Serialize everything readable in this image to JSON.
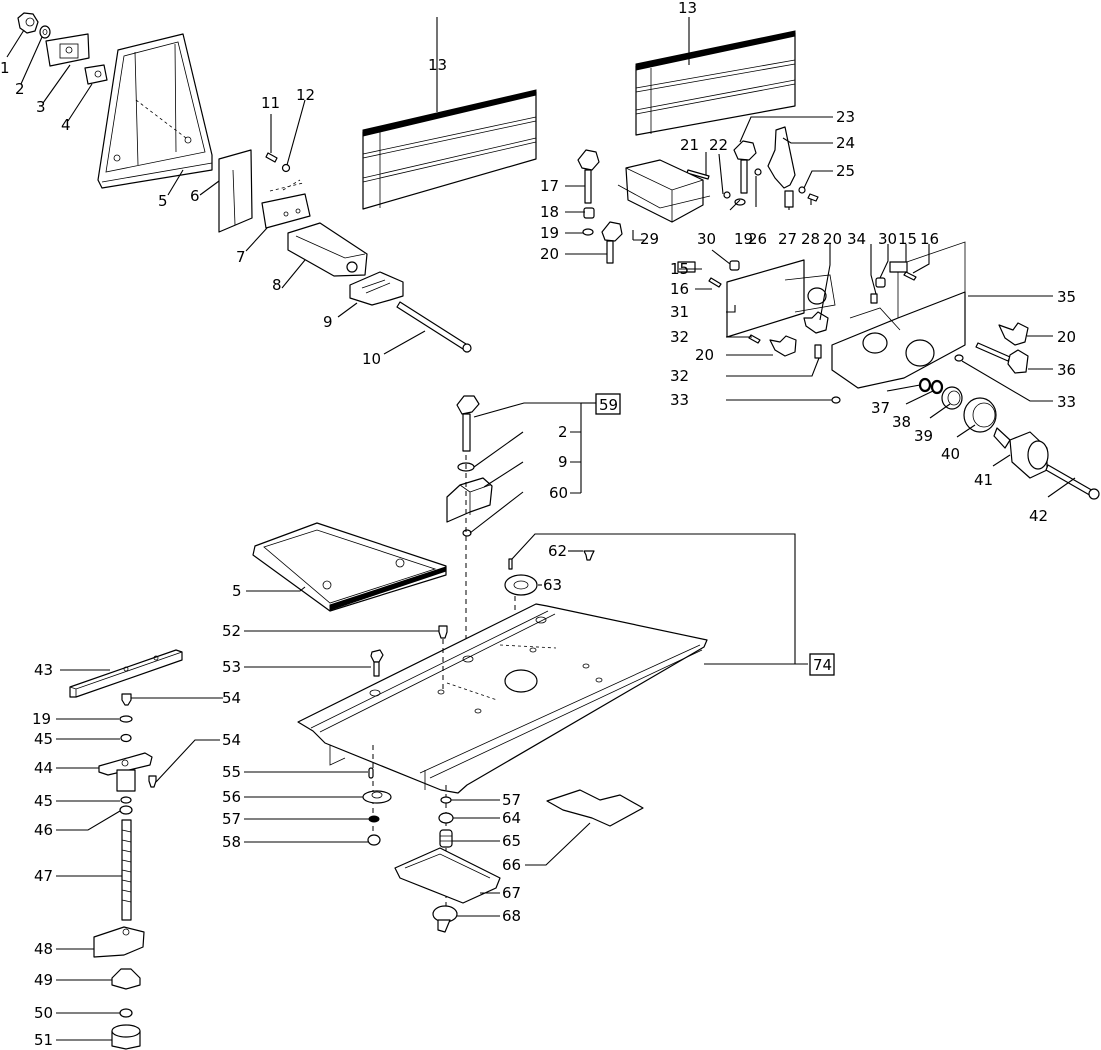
{
  "diagram": {
    "type": "exploded-parts-view",
    "subject": "Router/jigsaw table attachment assembly",
    "colors": {
      "line": "#000000",
      "background": "#ffffff"
    },
    "parts": [
      {
        "id": "p1",
        "label": "1",
        "name": "star knob"
      },
      {
        "id": "p2",
        "label": "2",
        "name": "washer"
      },
      {
        "id": "p3",
        "label": "3",
        "name": "clamp plate"
      },
      {
        "id": "p4",
        "label": "4",
        "name": "square nut block"
      },
      {
        "id": "p5",
        "label": "5",
        "name": "angle frame"
      },
      {
        "id": "p6",
        "label": "6",
        "name": "slotted plate"
      },
      {
        "id": "p7",
        "label": "7",
        "name": "block"
      },
      {
        "id": "p8",
        "label": "8",
        "name": "slide carriage"
      },
      {
        "id": "p9",
        "label": "9",
        "name": "clamp"
      },
      {
        "id": "p10",
        "label": "10",
        "name": "bolt"
      },
      {
        "id": "p11",
        "label": "11",
        "name": "screw"
      },
      {
        "id": "p12",
        "label": "12",
        "name": "nut"
      },
      {
        "id": "p13a",
        "label": "13",
        "name": "fence profile"
      },
      {
        "id": "p13b",
        "label": "13",
        "name": "fence profile"
      },
      {
        "id": "p15a",
        "label": "15",
        "name": "nut block"
      },
      {
        "id": "p15b",
        "label": "15",
        "name": "nut block"
      },
      {
        "id": "p16a",
        "label": "16",
        "name": "set screw"
      },
      {
        "id": "p16b",
        "label": "16",
        "name": "set screw"
      },
      {
        "id": "p17",
        "label": "17",
        "name": "knob screw"
      },
      {
        "id": "p18",
        "label": "18",
        "name": "sleeve"
      },
      {
        "id": "p19a",
        "label": "19",
        "name": "washer"
      },
      {
        "id": "p19b",
        "label": "19",
        "name": "washer"
      },
      {
        "id": "p19c",
        "label": "19",
        "name": "washer"
      },
      {
        "id": "p20a",
        "label": "20",
        "name": "knob screw"
      },
      {
        "id": "p20b",
        "label": "20",
        "name": "knob screw"
      },
      {
        "id": "p20c",
        "label": "20",
        "name": "knob screw"
      },
      {
        "id": "p20d",
        "label": "20",
        "name": "knob screw"
      },
      {
        "id": "p21",
        "label": "21",
        "name": "pin"
      },
      {
        "id": "p22",
        "label": "22",
        "name": "screw"
      },
      {
        "id": "p23",
        "label": "23",
        "name": "knob screw"
      },
      {
        "id": "p24",
        "label": "24",
        "name": "lever"
      },
      {
        "id": "p25",
        "label": "25",
        "name": "nut"
      },
      {
        "id": "p26",
        "label": "26",
        "name": "nut"
      },
      {
        "id": "p27",
        "label": "27",
        "name": "spring"
      },
      {
        "id": "p28",
        "label": "28",
        "name": "screw"
      },
      {
        "id": "p29",
        "label": "29",
        "name": "housing"
      },
      {
        "id": "p30a",
        "label": "30",
        "name": "nut"
      },
      {
        "id": "p30b",
        "label": "30",
        "name": "nut"
      },
      {
        "id": "p31",
        "label": "31",
        "name": "mounting plate"
      },
      {
        "id": "p32a",
        "label": "32",
        "name": "set screw"
      },
      {
        "id": "p32b",
        "label": "32",
        "name": "set screw"
      },
      {
        "id": "p33a",
        "label": "33",
        "name": "washer"
      },
      {
        "id": "p33b",
        "label": "33",
        "name": "washer"
      },
      {
        "id": "p34",
        "label": "34",
        "name": "set screw"
      },
      {
        "id": "p35",
        "label": "35",
        "name": "extraction housing"
      },
      {
        "id": "p36",
        "label": "36",
        "name": "knob screw"
      },
      {
        "id": "p37",
        "label": "37",
        "name": "o-ring"
      },
      {
        "id": "p38",
        "label": "38",
        "name": "o-ring"
      },
      {
        "id": "p39",
        "label": "39",
        "name": "adapter"
      },
      {
        "id": "p40",
        "label": "40",
        "name": "nut"
      },
      {
        "id": "p41",
        "label": "41",
        "name": "hose connector"
      },
      {
        "id": "p42",
        "label": "42",
        "name": "bolt"
      },
      {
        "id": "p43",
        "label": "43",
        "name": "guide rail"
      },
      {
        "id": "p44",
        "label": "44",
        "name": "clamp bracket"
      },
      {
        "id": "p45a",
        "label": "45",
        "name": "washer"
      },
      {
        "id": "p45b",
        "label": "45",
        "name": "washer"
      },
      {
        "id": "p46",
        "label": "46",
        "name": "washer"
      },
      {
        "id": "p47",
        "label": "47",
        "name": "threaded spindle"
      },
      {
        "id": "p48",
        "label": "48",
        "name": "clamp jaw"
      },
      {
        "id": "p49",
        "label": "49",
        "name": "pressure pad"
      },
      {
        "id": "p50",
        "label": "50",
        "name": "nut"
      },
      {
        "id": "p51",
        "label": "51",
        "name": "foot"
      },
      {
        "id": "p52",
        "label": "52",
        "name": "screw"
      },
      {
        "id": "p53",
        "label": "53",
        "name": "knob screw"
      },
      {
        "id": "p54a",
        "label": "54",
        "name": "screw"
      },
      {
        "id": "p54b",
        "label": "54",
        "name": "screw"
      },
      {
        "id": "p55",
        "label": "55",
        "name": "pin"
      },
      {
        "id": "p56",
        "label": "56",
        "name": "disc"
      },
      {
        "id": "p57a",
        "label": "57",
        "name": "washer"
      },
      {
        "id": "p57b",
        "label": "57",
        "name": "washer"
      },
      {
        "id": "p58",
        "label": "58",
        "name": "nut"
      },
      {
        "id": "p62",
        "label": "62",
        "name": "screw"
      },
      {
        "id": "p63",
        "label": "63",
        "name": "insert ring"
      },
      {
        "id": "p64",
        "label": "64",
        "name": "bushing"
      },
      {
        "id": "p65",
        "label": "65",
        "name": "spring"
      },
      {
        "id": "p66",
        "label": "66",
        "name": "slide plate"
      },
      {
        "id": "p67",
        "label": "67",
        "name": "base shoe"
      },
      {
        "id": "p68",
        "label": "68",
        "name": "knob"
      }
    ],
    "assemblies": [
      {
        "id": "a59",
        "label": "59",
        "members": [
          "2",
          "9",
          "60"
        ],
        "boxed": true
      },
      {
        "id": "a74",
        "label": "74",
        "name": "table plate",
        "boxed": true
      }
    ],
    "group_labels": {
      "g2": "2",
      "g9": "9",
      "g60": "60"
    }
  }
}
